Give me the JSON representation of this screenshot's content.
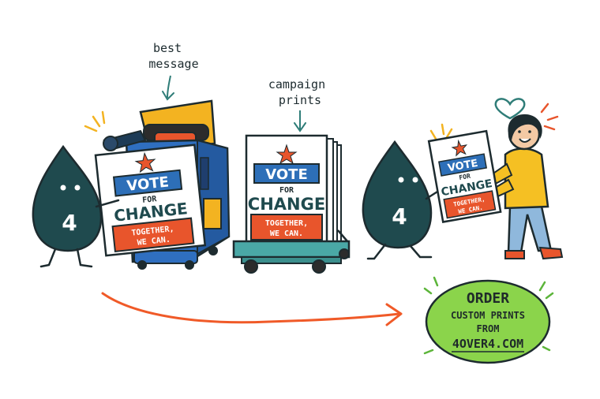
{
  "annotations": {
    "best_message": [
      "best",
      "message"
    ],
    "campaign_prints": [
      "campaign",
      "prints"
    ]
  },
  "poster": {
    "vote": "VOTE",
    "for": "FOR",
    "change": "CHANGE",
    "together": "TOGETHER,",
    "we_can": "WE CAN."
  },
  "mascot_badge": "4",
  "cta": {
    "line1": "ORDER",
    "line2": "CUSTOM PRINTS",
    "line3": "FROM",
    "line4": "4OVER4.COM"
  },
  "colors": {
    "ink": "#1d2b2f",
    "mascot": "#1f4a4e",
    "press_blue": "#2f6fc0",
    "press_yellow": "#f3b321",
    "cart_teal": "#4aa8a6",
    "poster_blue": "#2d6fb8",
    "poster_red": "#e8552c",
    "arrow_orange": "#f05a28",
    "cta_green": "#8bd44b",
    "shirt_yellow": "#f5c023",
    "jeans_blue": "#8fb8dc"
  }
}
